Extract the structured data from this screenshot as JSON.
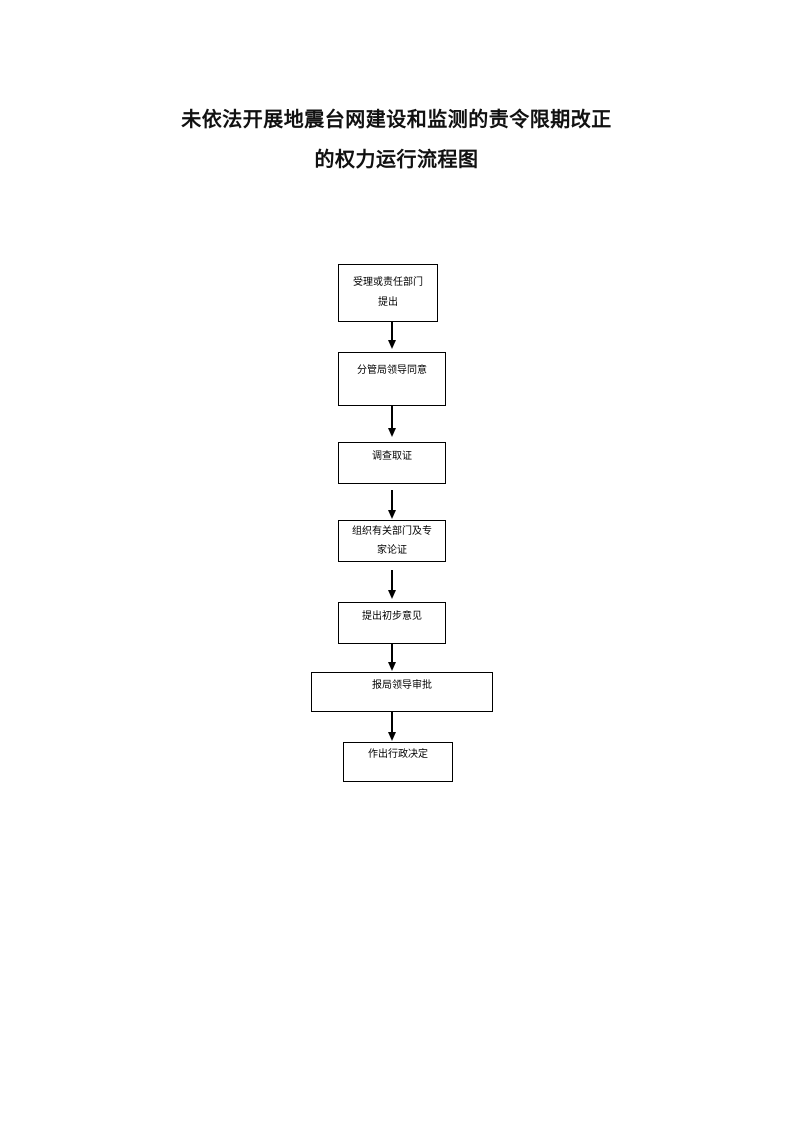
{
  "document": {
    "title_line1": "未依法开展地震台网建设和监测的责令限期改正",
    "title_line2": "的权力运行流程图"
  },
  "flowchart": {
    "steps": [
      {
        "lines": [
          "受理或责任部门",
          "提出"
        ]
      },
      {
        "lines": [
          "分管局领导同意"
        ]
      },
      {
        "lines": [
          "调查取证"
        ]
      },
      {
        "lines": [
          "组织有关部门及专",
          "家论证"
        ]
      },
      {
        "lines": [
          "提出初步意见"
        ]
      },
      {
        "lines": [
          "报局领导审批"
        ]
      },
      {
        "lines": [
          "作出行政决定"
        ]
      }
    ]
  },
  "colors": {
    "line": "#000000",
    "background": "#ffffff"
  }
}
